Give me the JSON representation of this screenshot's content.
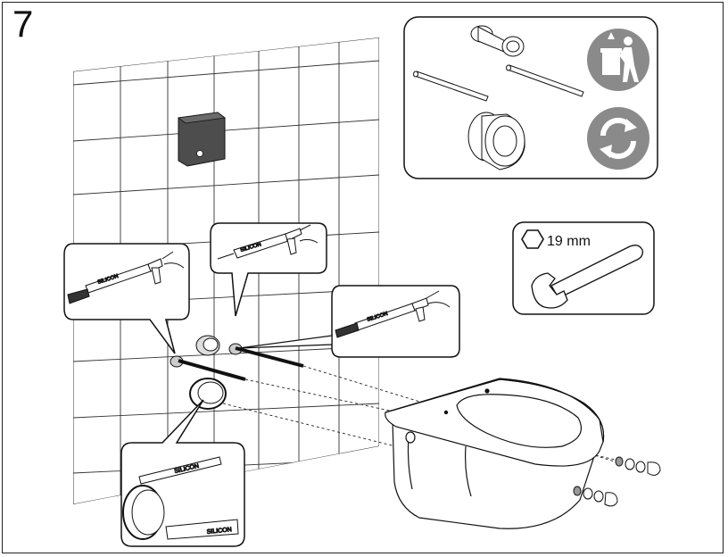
{
  "step": {
    "number": "7"
  },
  "labels": {
    "silicon": "SILICON",
    "wrench_size": "19 mm"
  },
  "icons": {
    "waste": "trash-bin-person-icon",
    "recycle": "recycle-arrows-icon",
    "hex": "hexagon-icon",
    "wrench": "open-end-wrench-icon"
  },
  "colors": {
    "line": "#222222",
    "icon_bg": "#8a8a8a",
    "box_grey": "#555555"
  }
}
